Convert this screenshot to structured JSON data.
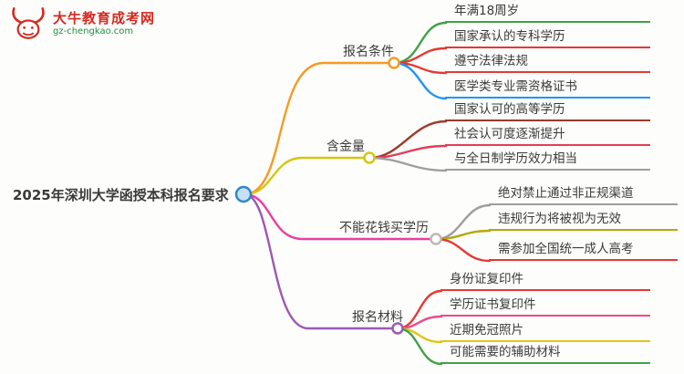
{
  "logo": {
    "brand": "大牛教育成考网",
    "domain": "gz-chengkao.com",
    "icon": "bull-icon",
    "brand_color": "#d42a20",
    "domain_color": "#1e8e3e"
  },
  "root": {
    "label": "2025年深圳大学函授本科报名要求",
    "node_color": "#2f86c9",
    "node_fill": "#c7dff2"
  },
  "branches": [
    {
      "label": "报名条件",
      "color": "#f59b22",
      "node_color": "#f59b22",
      "children": [
        {
          "label": "年满18周岁",
          "color": "#43a047"
        },
        {
          "label": "国家承认的专科学历",
          "color": "#e53935"
        },
        {
          "label": "遵守法律法规",
          "color": "#e53935"
        },
        {
          "label": "医学类专业需资格证书",
          "color": "#2196f3"
        }
      ]
    },
    {
      "label": "含金量",
      "color": "#d3c613",
      "node_color": "#d3c613",
      "children": [
        {
          "label": "国家认可的高等学历",
          "color": "#9e3b2a"
        },
        {
          "label": "社会认可度逐渐提升",
          "color": "#e23e57"
        },
        {
          "label": "与全日制学历效力相当",
          "color": "#9e9e9e"
        }
      ]
    },
    {
      "label": "不能花钱买学历",
      "color": "#ea3e9f",
      "node_color": "#b9b9b9",
      "children": [
        {
          "label": "绝对禁止通过非正规渠道",
          "color": "#9e9e9e"
        },
        {
          "label": "违规行为将被视为无效",
          "color": "#b3a80b"
        },
        {
          "label": "需参加全国统一成人高考",
          "color": "#e53935"
        }
      ]
    },
    {
      "label": "报名材料",
      "color": "#9b59b6",
      "node_color": "#9b59b6",
      "children": [
        {
          "label": "身份证复印件",
          "color": "#e53935"
        },
        {
          "label": "学历证书复印件",
          "color": "#ec4b8a"
        },
        {
          "label": "近期免冠照片",
          "color": "#e0c515"
        },
        {
          "label": "可能需要的辅助材料",
          "color": "#43a047"
        }
      ]
    }
  ]
}
